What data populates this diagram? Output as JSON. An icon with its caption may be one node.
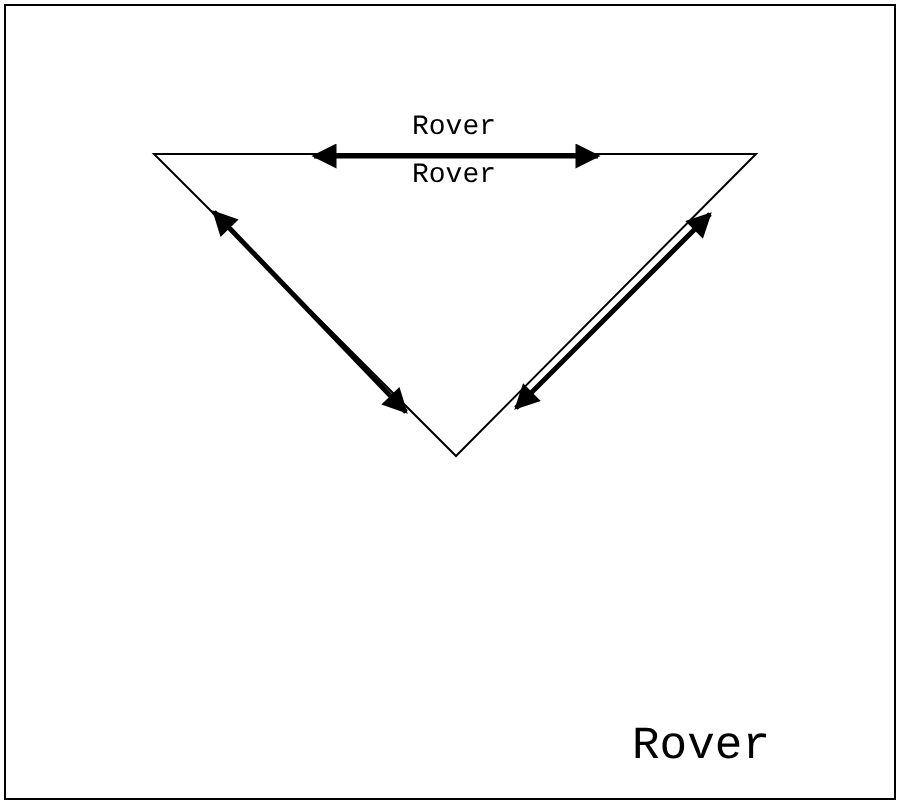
{
  "diagram": {
    "labels": [
      "Rover",
      "Rover",
      "Rover"
    ]
  }
}
